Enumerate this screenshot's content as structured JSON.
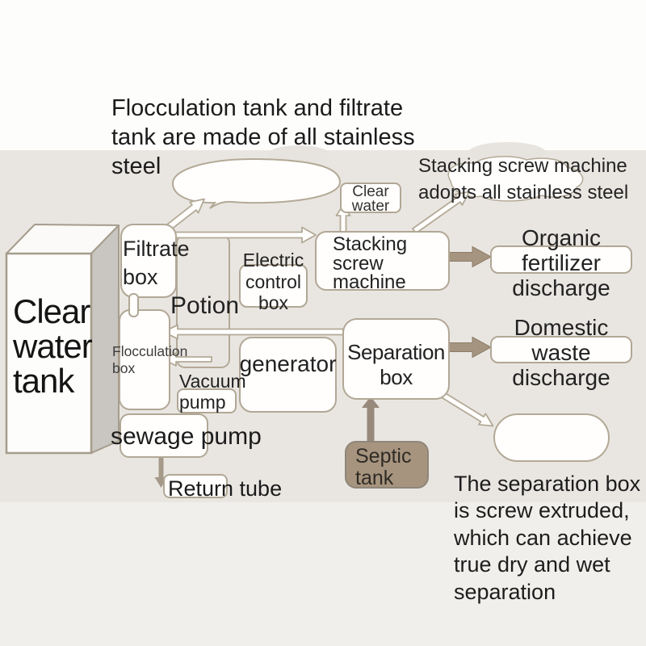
{
  "annotations": {
    "top_left": {
      "lines": [
        "Flocculation tank and filtrate",
        "tank are made of all stainless",
        "steel"
      ]
    },
    "top_right": {
      "lines": [
        "Stacking screw machine",
        "adopts all stainless steel"
      ]
    },
    "bottom_right": {
      "lines": [
        "The separation box",
        "is screw extruded,",
        "which can achieve",
        "true dry and wet",
        "separation"
      ]
    }
  },
  "nodes": {
    "clear_water_tank": {
      "lines": [
        "Clear",
        "water",
        "tank"
      ]
    },
    "clear_water": {
      "lines": [
        "Clear",
        "water"
      ]
    },
    "filtrate_box": {
      "lines": [
        "Filtrate",
        "box"
      ]
    },
    "potion": {
      "label": "Potion"
    },
    "electric_control_box": {
      "lines": [
        "Electric",
        "control",
        "box"
      ]
    },
    "stacking_screw_machine": {
      "lines": [
        "Stacking",
        "screw",
        "machine"
      ]
    },
    "organic_fertilizer_discharge": {
      "lines": [
        "Organic",
        "fertilizer",
        "discharge"
      ]
    },
    "flocculation_box": {
      "lines": [
        "Flocculation",
        "box"
      ]
    },
    "generator": {
      "label": "generator"
    },
    "separation_box": {
      "lines": [
        "Separation",
        "box"
      ]
    },
    "domestic_waste_discharge": {
      "lines": [
        "Domestic",
        "waste",
        "discharge"
      ]
    },
    "vacuum_pump": {
      "lines": [
        "Vacuum",
        "pump"
      ]
    },
    "sewage_pump": {
      "label": "sewage pump"
    },
    "return_tube": {
      "label": "Return tube"
    },
    "septic_tank": {
      "lines": [
        "Septic",
        "tank"
      ]
    }
  },
  "colors": {
    "background_top": "#fdfdfc",
    "background_middle": "#e9e6e2",
    "background_bottom": "#f1efec",
    "box_border": "#b1a795",
    "box_fill": "#fffefd",
    "thick_arrow": "#a5947f",
    "septic_tank_fill": "#a6947f",
    "tank_side_shade": "#c9c5c0",
    "text": "#1e1e1e"
  }
}
